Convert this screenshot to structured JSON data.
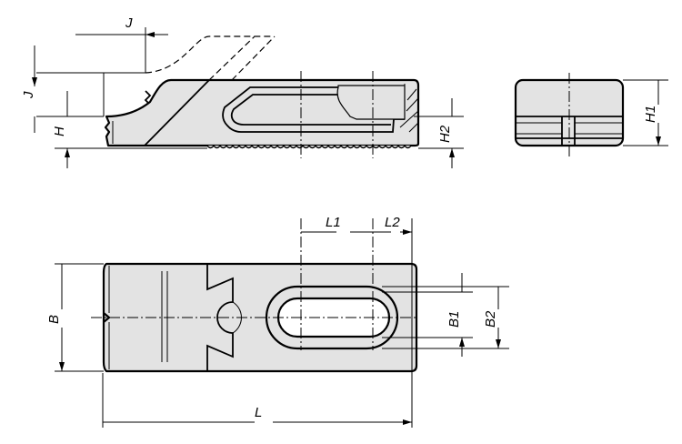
{
  "labels": {
    "J_top": "J",
    "J_side": "J",
    "H": "H",
    "H2": "H2",
    "H1": "H1",
    "L1": "L1",
    "L2": "L2",
    "B": "B",
    "B1": "B1",
    "B2": "B2",
    "L": "L"
  }
}
